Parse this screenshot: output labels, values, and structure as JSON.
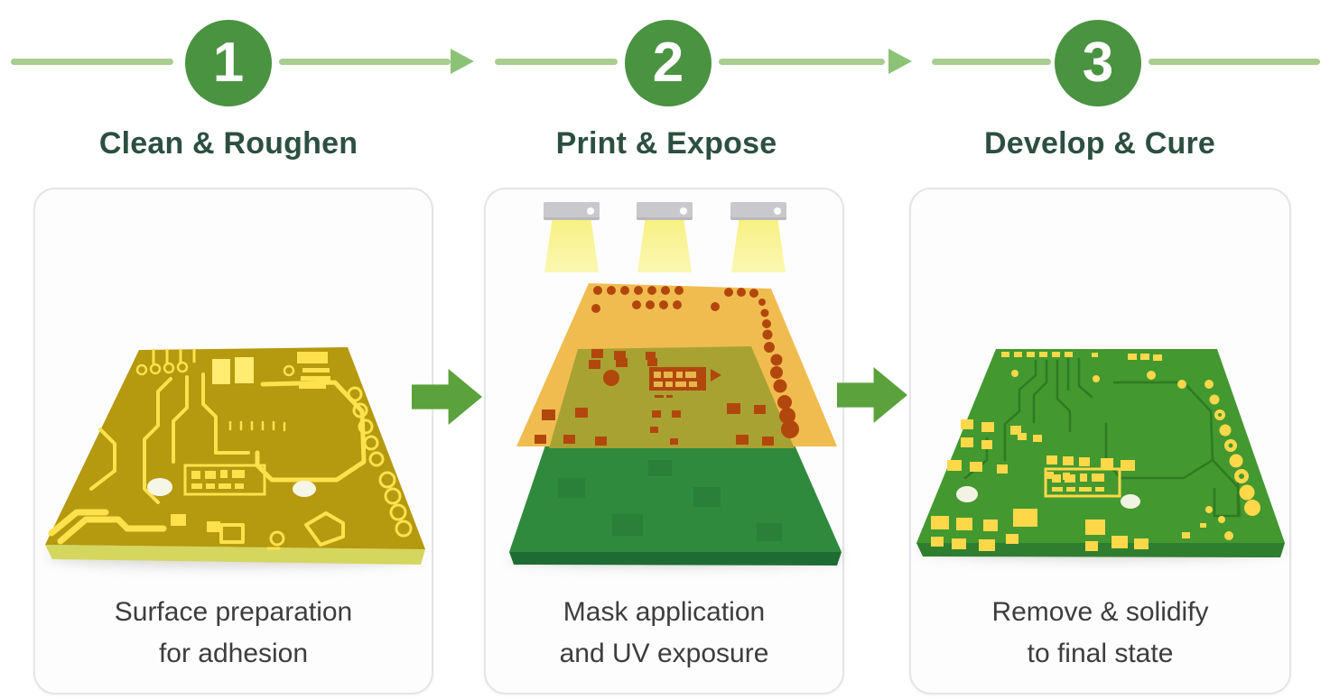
{
  "infographic": {
    "steps": [
      {
        "number": "1",
        "title": "Clean & Roughen",
        "caption": [
          "Surface preparation",
          "for adhesion"
        ],
        "illustration": "yellow-bare-pcb"
      },
      {
        "number": "2",
        "title": "Print & Expose",
        "caption": [
          "Mask application",
          "and UV exposure"
        ],
        "illustration": "mask-film-over-green-board-under-uv-lamps"
      },
      {
        "number": "3",
        "title": "Develop & Cure",
        "caption": [
          "Remove & solidify",
          "to final state"
        ],
        "illustration": "green-pcb-final"
      }
    ]
  },
  "icons": {
    "connector_arrowhead": "arrow-right-triangle",
    "flow_arrow": "block-arrow-right",
    "uv_lamp": "uv-lamp-with-light-beam"
  },
  "colors": {
    "background": "#ffffff",
    "step_circle_green": "#4a9341",
    "connector_line_green": "#a9cd90",
    "flow_arrow_green": "#5ba23c",
    "title_text": "#2c4f41",
    "caption_text": "#3d3d3d",
    "card_border": "#e5e5e9",
    "card_background": "#fdfdfe",
    "lamp_gray": "#c9c9cd",
    "lamp_light_yellow": "#f8f292",
    "mask_film_orange": "#f0bc50",
    "mask_pad_red": "#b2470d",
    "board_green": "#2f8a3e",
    "final_board_green": "#43982f",
    "board_yellow": "#b5990e",
    "trace_yellow": "#ffe14d",
    "pad_yellow": "#ffd84a"
  }
}
